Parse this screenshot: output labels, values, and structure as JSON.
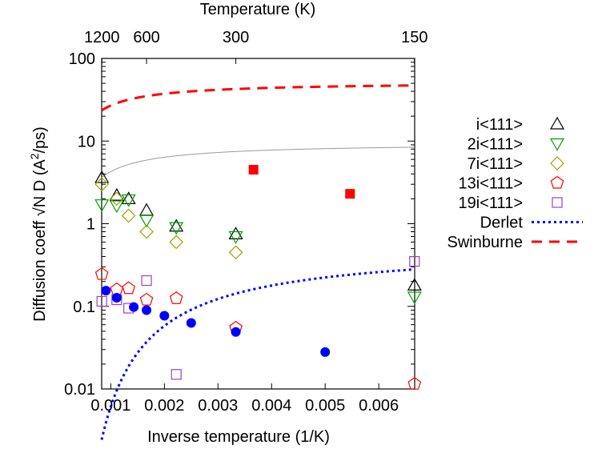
{
  "chart_data": {
    "type": "scatter",
    "xlabel": "Inverse temperature (1/K)",
    "ylabel": "Diffusion coeff √N  D (A²/ps)",
    "x2label": "Temperature (K)",
    "xlim": [
      0.00083,
      0.00667
    ],
    "ylim": [
      0.01,
      100
    ],
    "yscale": "log",
    "grid": false,
    "legend_position": "right",
    "xticks": [
      0.001,
      0.002,
      0.003,
      0.004,
      0.005,
      0.006
    ],
    "xtick_labels": [
      "0.001",
      "0.002",
      "0.003",
      "0.004",
      "0.005",
      "0.006"
    ],
    "yticks": [
      0.01,
      0.1,
      1,
      10,
      100
    ],
    "ytick_labels": [
      "0.01",
      "0.1",
      "1",
      "10",
      "100"
    ],
    "x2ticks": [
      1200,
      600,
      300,
      150
    ],
    "x2tick_labels": [
      "1200",
      "600",
      "300",
      "150"
    ],
    "series": [
      {
        "name": "i<111>",
        "marker": "triangle-up",
        "color": "#000000",
        "x": [
          0.000833,
          0.001111,
          0.001333,
          0.001667,
          0.002222,
          0.003333,
          0.006667
        ],
        "y": [
          3.6,
          2.2,
          2.0,
          1.45,
          0.93,
          0.75,
          0.18
        ]
      },
      {
        "name": "2i<111>",
        "marker": "triangle-down",
        "color": "#00a000",
        "x": [
          0.000833,
          0.001111,
          0.001333,
          0.001667,
          0.002222,
          0.003333,
          0.006667
        ],
        "y": [
          1.7,
          1.65,
          1.95,
          1.1,
          0.9,
          0.7,
          0.13
        ]
      },
      {
        "name": "7i<111>",
        "marker": "diamond",
        "color": "#a0a000",
        "x": [
          0.000833,
          0.001111,
          0.001333,
          0.001667,
          0.002222,
          0.003333
        ],
        "y": [
          3.0,
          2.0,
          1.25,
          0.8,
          0.6,
          0.45
        ]
      },
      {
        "name": "13i<111>",
        "marker": "pentagon",
        "color": "#ff0000",
        "x": [
          0.000833,
          0.001111,
          0.001333,
          0.001667,
          0.002222,
          0.003333,
          0.006667
        ],
        "y": [
          0.245,
          0.16,
          0.165,
          0.12,
          0.125,
          0.055,
          0.0115
        ]
      },
      {
        "name": "19i<111>",
        "marker": "square",
        "color": "#a040c0",
        "x": [
          0.000833,
          0.001111,
          0.001333,
          0.001667,
          0.002222,
          0.006667
        ],
        "y": [
          0.115,
          0.12,
          0.095,
          0.205,
          0.015,
          0.35
        ]
      },
      {
        "name": "Derlet",
        "style": "dotted",
        "color": "#0000ff",
        "a": 0.55,
        "b": 0.0045
      },
      {
        "name": "Swinburne",
        "style": "dashed",
        "color": "#ff0000",
        "a": 52,
        "b": 0.00066
      },
      {
        "style": "solid",
        "color": "#999999",
        "a": 9.5,
        "b": 0.0008
      },
      {
        "marker": "filled-circle",
        "color": "#0000ff",
        "x": [
          0.000909,
          0.001111,
          0.001429,
          0.001667,
          0.002,
          0.0025,
          0.003333,
          0.005
        ],
        "y": [
          0.155,
          0.127,
          0.098,
          0.09,
          0.077,
          0.063,
          0.049,
          0.028
        ]
      },
      {
        "marker": "filled-square",
        "color": "#ff0000",
        "x": [
          0.003663,
          0.005464
        ],
        "y": [
          4.5,
          2.3
        ]
      }
    ]
  }
}
